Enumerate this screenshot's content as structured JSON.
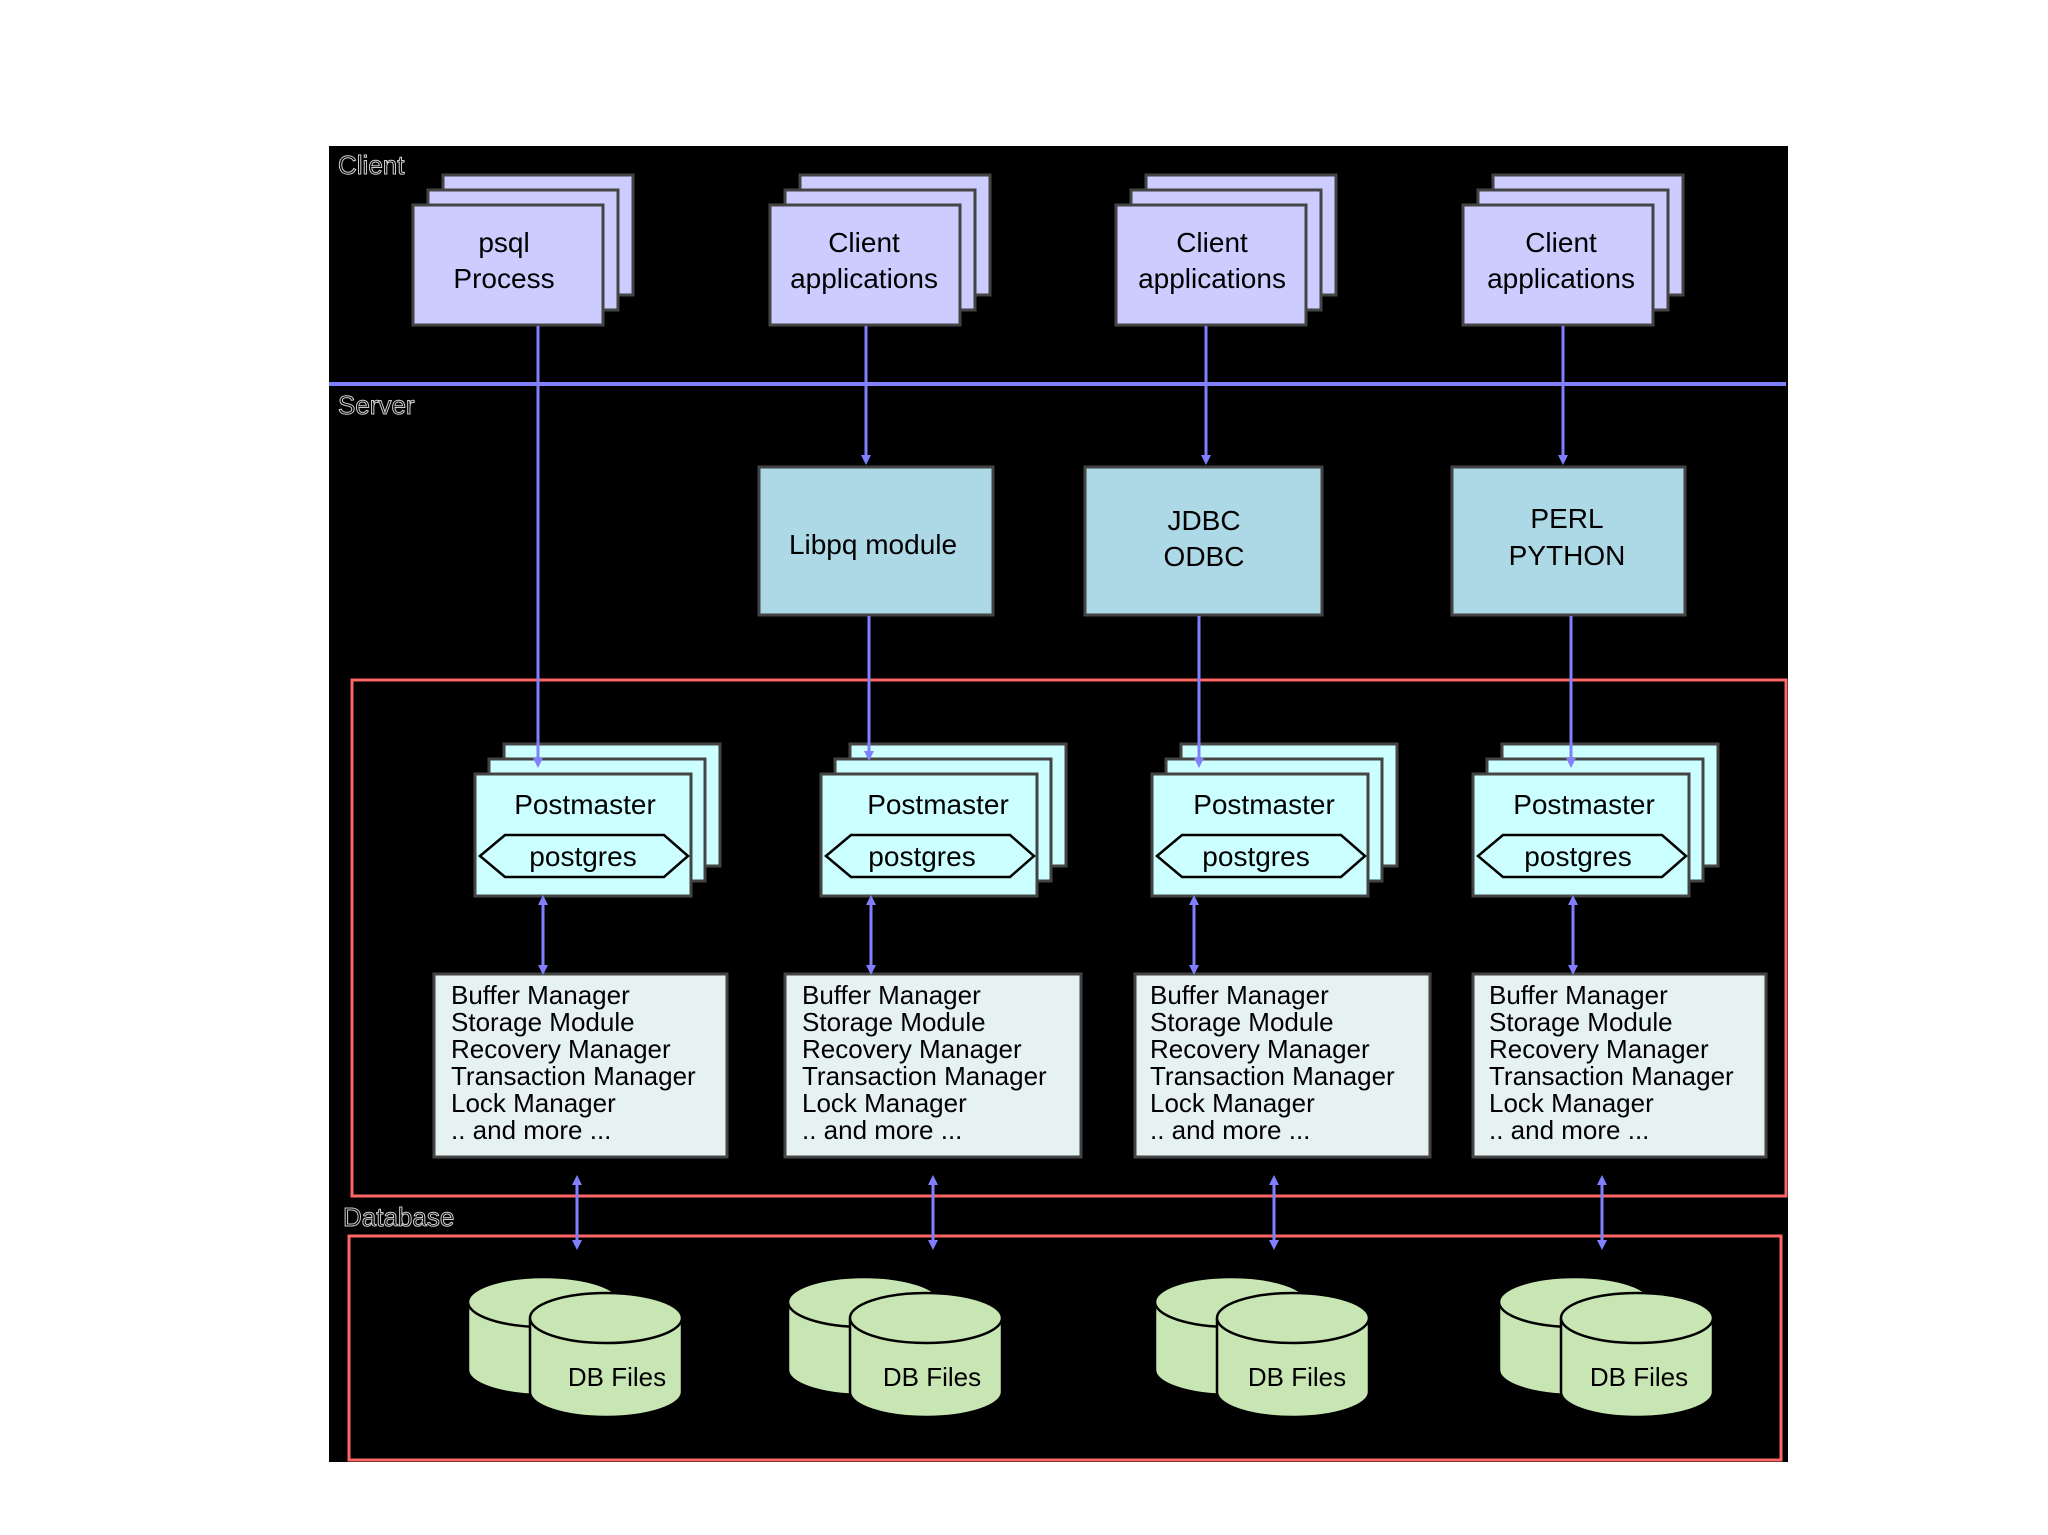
{
  "zones": {
    "client": "Client",
    "server": "Server",
    "database": "Database"
  },
  "clients": [
    {
      "line1": "psql",
      "line2": "Process"
    },
    {
      "line1": "Client",
      "line2": "applications"
    },
    {
      "line1": "Client",
      "line2": "applications"
    },
    {
      "line1": "Client",
      "line2": "applications"
    }
  ],
  "interfaces": [
    {
      "line1": "Libpq module",
      "line2": ""
    },
    {
      "line1": "JDBC",
      "line2": "ODBC"
    },
    {
      "line1": "PERL",
      "line2": "PYTHON"
    }
  ],
  "postmaster": {
    "title": "Postmaster",
    "process": "postgres"
  },
  "backend_modules": [
    "Buffer Manager",
    "Storage Module",
    "Recovery Manager",
    "Transaction Manager",
    "Lock Manager",
    ".. and more ..."
  ],
  "db_files_label": "DB Files",
  "colors": {
    "background": "#000000",
    "client_box": "#ccccff",
    "interface_box": "#add8e6",
    "postmaster_box": "#ccffff",
    "module_box": "#e6f2f2",
    "db_cylinder": "#c8e6b4",
    "connector": "#8080ff",
    "zone_border": "#ff6666"
  }
}
